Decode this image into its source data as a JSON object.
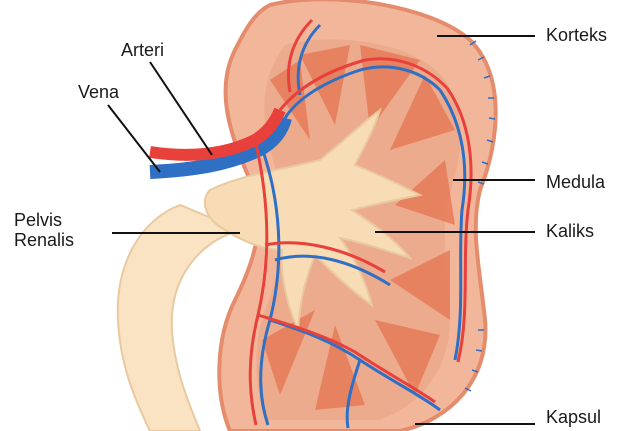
{
  "labels": {
    "arteri": "Arteri",
    "vena": "Vena",
    "pelvis_line1": "Pelvis",
    "pelvis_line2": "Renalis",
    "korteks": "Korteks",
    "medula": "Medula",
    "kaliks": "Kaliks",
    "kapsul": "Kapsul"
  },
  "colors": {
    "cortex": "#f2b79a",
    "cortex_edge": "#e48c6c",
    "pyramid": "#e77b5a",
    "pelvis": "#f7dcb6",
    "ureter": "#f9e3c3",
    "artery": "#e8403a",
    "vein": "#2f6fc4",
    "leader": "#111111"
  }
}
